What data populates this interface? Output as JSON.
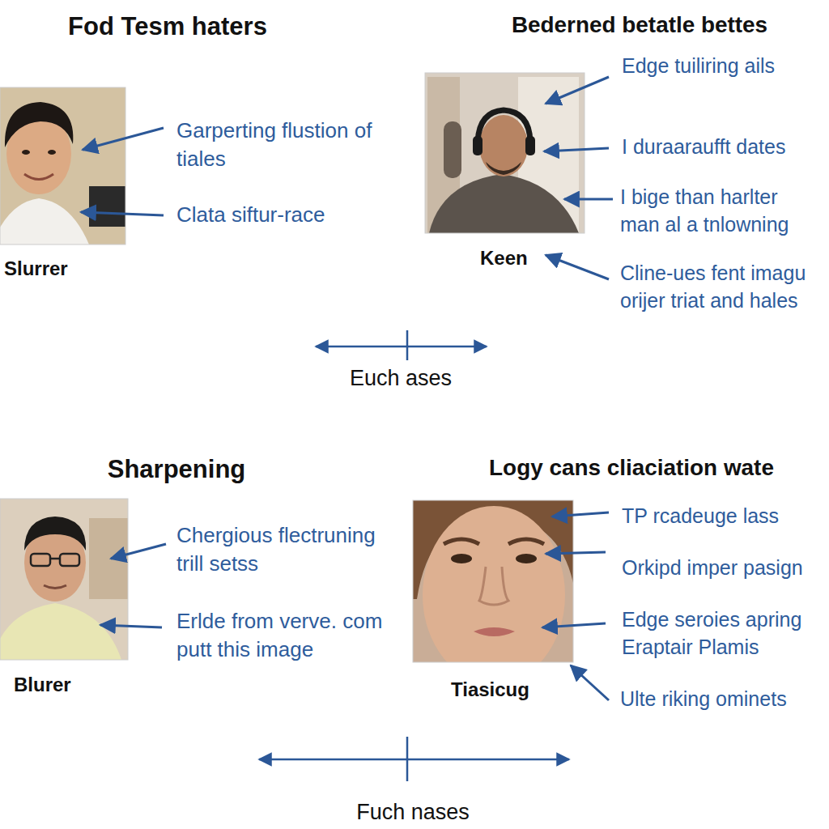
{
  "diagram": {
    "nodes": [
      {
        "text": [
          "Slurrer"
        ]
      },
      {
        "text": [
          "Keen"
        ]
      },
      {
        "text": [
          "Blurer"
        ]
      },
      {
        "text": [
          "Tiasicug"
        ]
      }
    ],
    "labels": [
      "Fod Tesm haters",
      "Garperting flustion of tiales",
      "Clata siftur-race",
      "Bederned betatle bettes",
      "Edge tuiliring ails",
      "I duraaraufft dates",
      "I bige than harlter man al a tnlowning",
      "Cline-ues fent imagu orijer triat and hales",
      "Euch ases",
      "Sharpening",
      "Chergious flectruning trill setss",
      "Erlde from verve. com putt this image",
      "Logy cans cliaciation wate",
      "TP rcadeuge lass",
      "Orkipd imper pasign",
      "Edge seroies apring Eraptair Plamis",
      "Ulte riking ominets",
      "Fuch nases"
    ]
  }
}
